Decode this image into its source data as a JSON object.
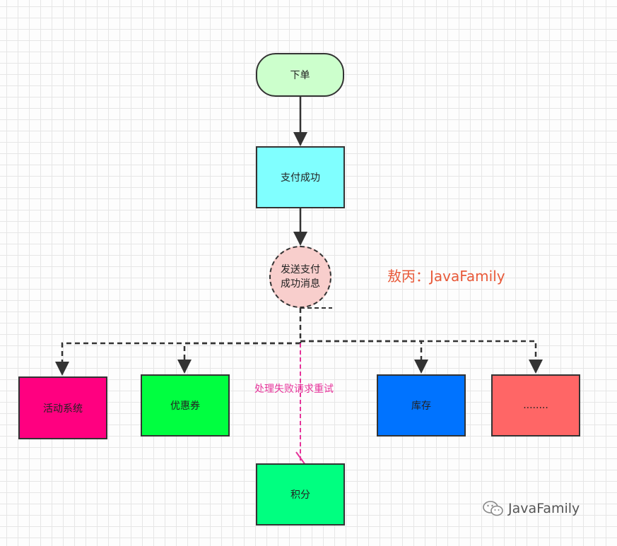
{
  "nodes": {
    "start": "下单",
    "pay_success": "支付成功",
    "send_message": "发送支付成功消息",
    "activity_system": "活动系统",
    "coupon": "优惠券",
    "points": "积分",
    "stock": "库存",
    "more": "........"
  },
  "annotations": {
    "retry": "处理失败请求重试",
    "author": "敖丙：JavaFamily"
  },
  "watermark": {
    "text": "JavaFamily",
    "icon": "wechat-icon"
  },
  "colors": {
    "start": "#ccffcc",
    "pay_success": "#80ffff",
    "send_message": "#f8cecc",
    "activity_system": "#ff0080",
    "coupon": "#00ff40",
    "points": "#00ff80",
    "stock": "#0073ff",
    "more": "#ff6666",
    "retry_line": "#e6339a",
    "author_text": "#e85a3a"
  }
}
